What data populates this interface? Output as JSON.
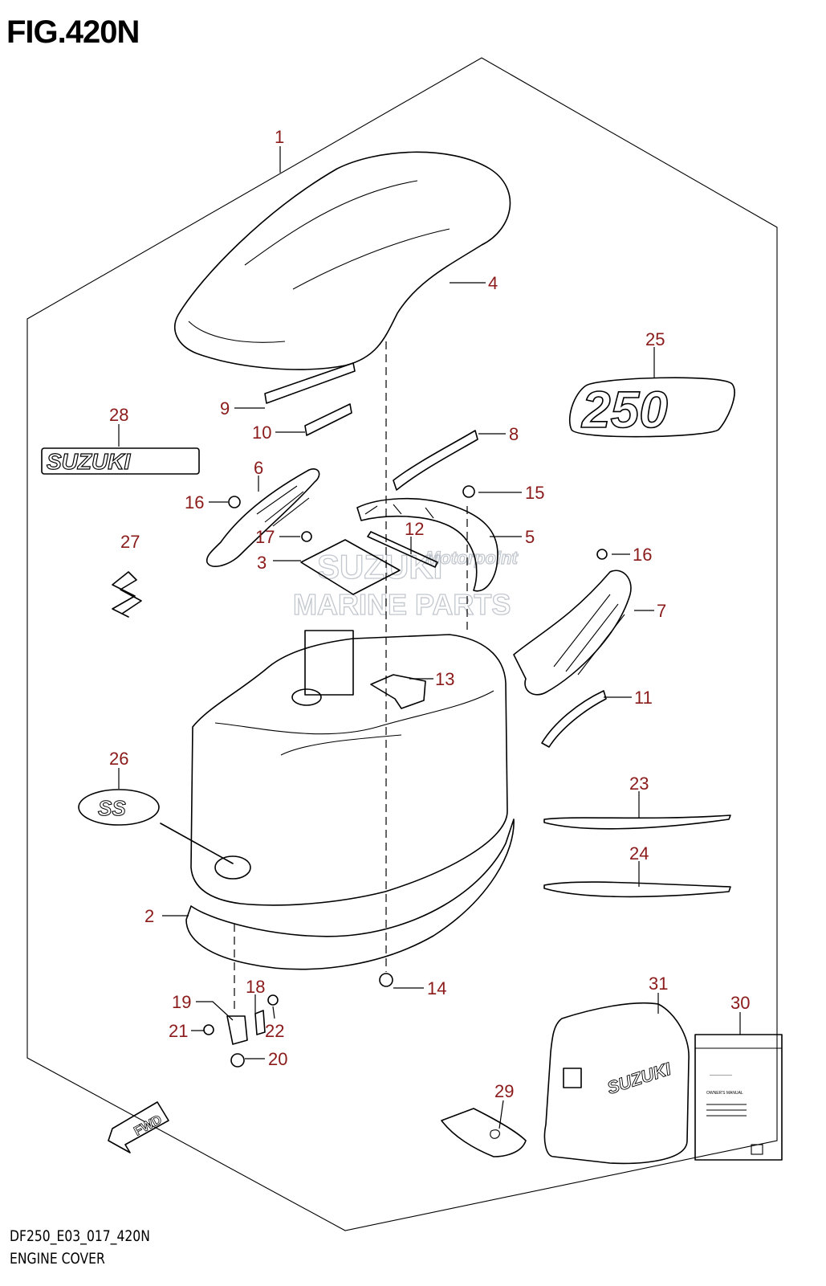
{
  "figure": {
    "title": "FIG.420N",
    "code": "DF250_E03_017_420N",
    "caption": "ENGINE COVER"
  },
  "colors": {
    "callout": "#8b1a1a",
    "line": "#000000",
    "watermark": "#b8bec6"
  },
  "watermark": {
    "line1": "SUZUKI",
    "line2": "MARINE PARTS",
    "line3": "Motorpoint"
  },
  "callouts": [
    {
      "id": "1",
      "label": "1"
    },
    {
      "id": "2",
      "label": "2"
    },
    {
      "id": "3",
      "label": "3"
    },
    {
      "id": "4",
      "label": "4"
    },
    {
      "id": "5",
      "label": "5"
    },
    {
      "id": "6",
      "label": "6"
    },
    {
      "id": "7",
      "label": "7"
    },
    {
      "id": "8",
      "label": "8"
    },
    {
      "id": "9",
      "label": "9"
    },
    {
      "id": "10",
      "label": "10"
    },
    {
      "id": "11",
      "label": "11"
    },
    {
      "id": "12",
      "label": "12"
    },
    {
      "id": "13",
      "label": "13"
    },
    {
      "id": "14",
      "label": "14"
    },
    {
      "id": "15",
      "label": "15"
    },
    {
      "id": "16a",
      "label": "16"
    },
    {
      "id": "16b",
      "label": "16"
    },
    {
      "id": "17",
      "label": "17"
    },
    {
      "id": "18",
      "label": "18"
    },
    {
      "id": "19",
      "label": "19"
    },
    {
      "id": "20",
      "label": "20"
    },
    {
      "id": "21",
      "label": "21"
    },
    {
      "id": "22",
      "label": "22"
    },
    {
      "id": "23",
      "label": "23"
    },
    {
      "id": "24",
      "label": "24"
    },
    {
      "id": "25",
      "label": "25"
    },
    {
      "id": "26",
      "label": "26"
    },
    {
      "id": "27",
      "label": "27"
    },
    {
      "id": "28",
      "label": "28"
    },
    {
      "id": "29",
      "label": "29"
    },
    {
      "id": "30",
      "label": "30"
    },
    {
      "id": "31",
      "label": "31"
    }
  ],
  "decals": {
    "brand": "SUZUKI",
    "model": "250",
    "ss": "SS",
    "fwd": "FWD",
    "cover_brand": "SUZUKI",
    "manual_heading": "--------------",
    "manual_title": "OWNER'S MANUAL"
  }
}
